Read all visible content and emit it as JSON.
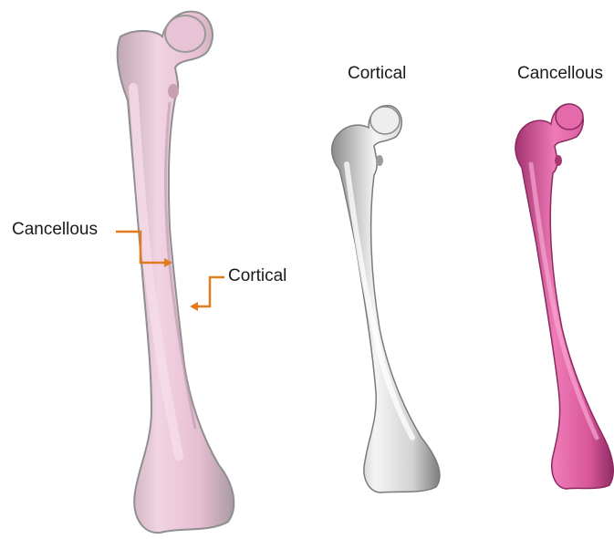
{
  "labels": {
    "composite_cancellous": "Cancellous",
    "composite_cortical": "Cortical",
    "cortical_title": "Cortical",
    "cancellous_title": "Cancellous"
  },
  "colors": {
    "pointer": "#e07b1f",
    "cortical_bone": "#d9d9d9",
    "cancellous_bone": "#d9579b",
    "composite_bone": "#e9c3d4"
  },
  "icons": {
    "composite": "femur-composite-icon",
    "cortical": "femur-cortical-icon",
    "cancellous": "femur-cancellous-icon"
  }
}
